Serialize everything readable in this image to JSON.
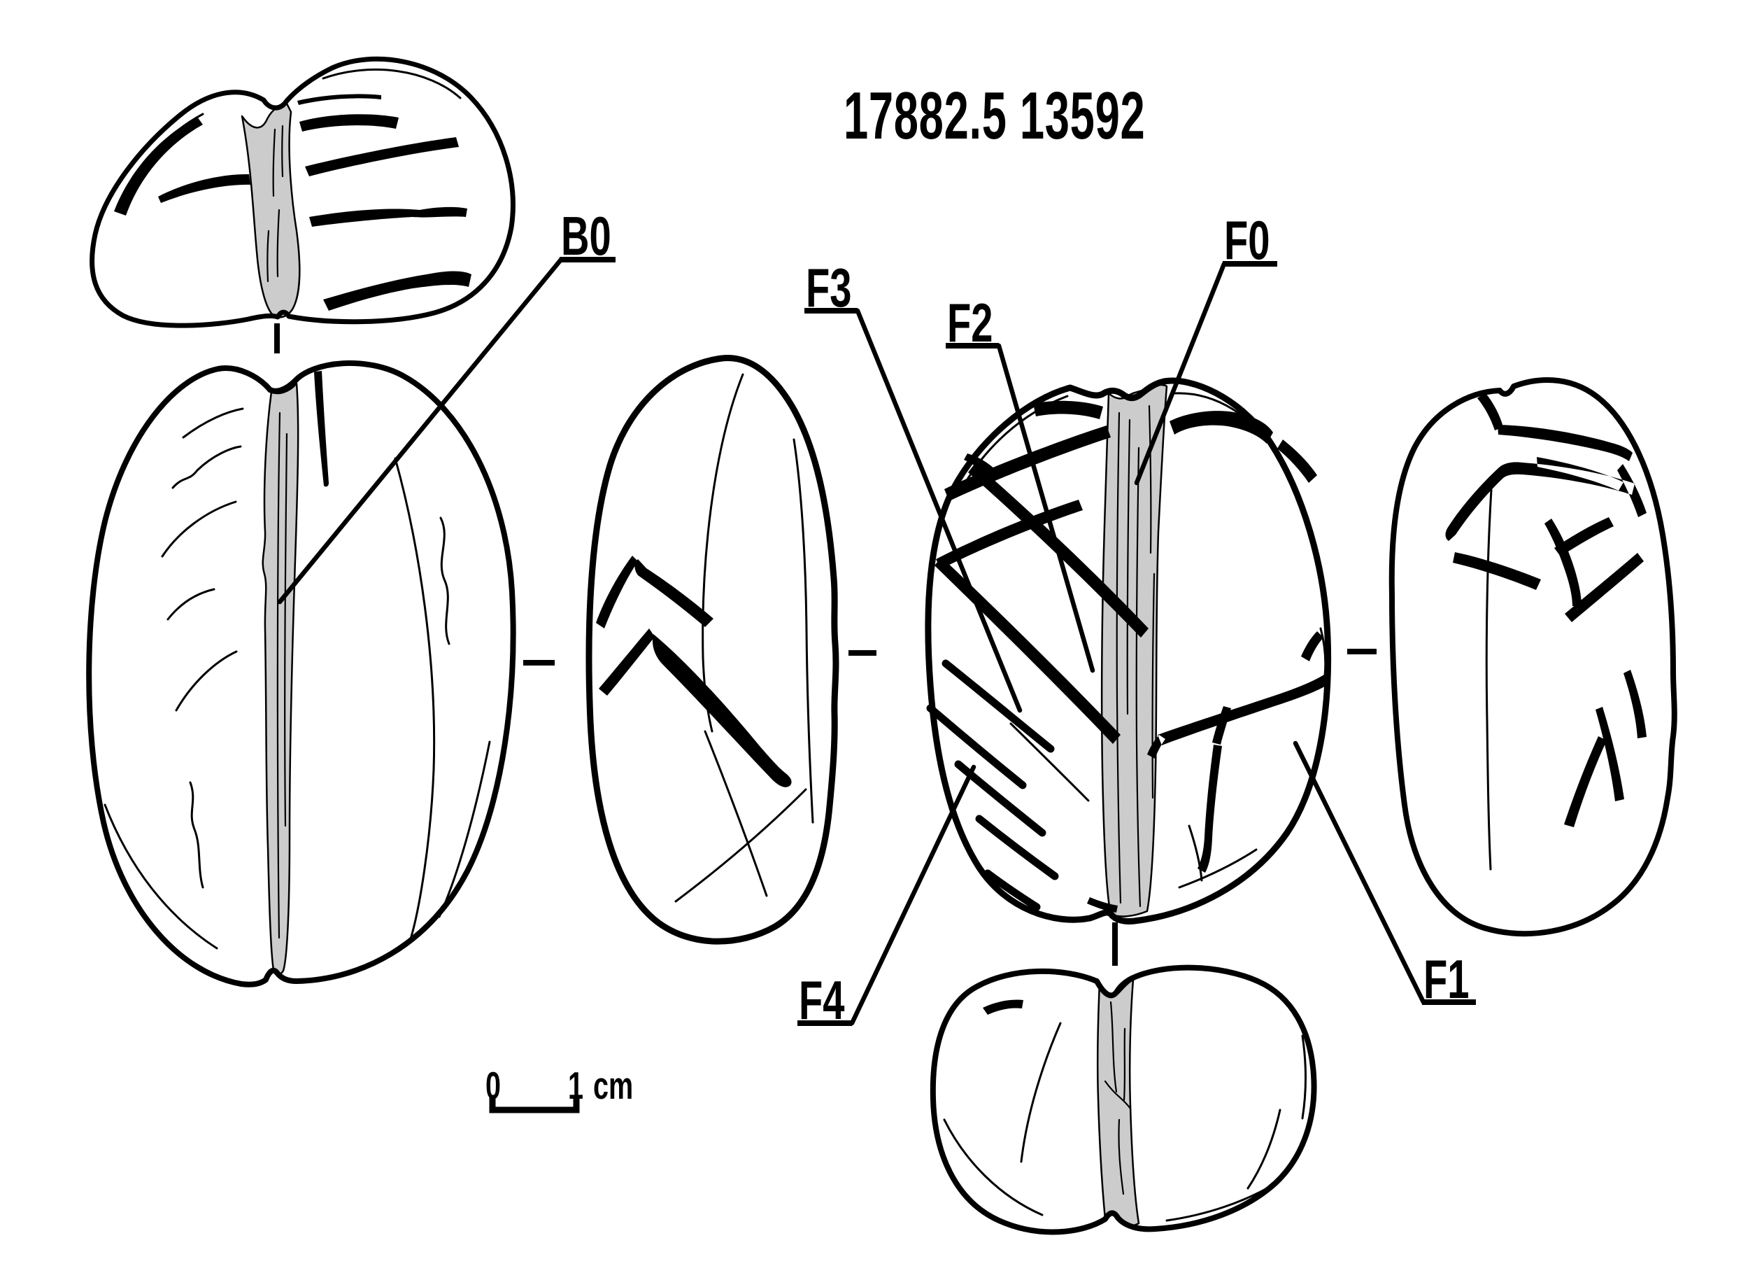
{
  "figure": {
    "title": "17882.5 13592",
    "background": "#ffffff",
    "ink": "#000000",
    "band_fill": "#cccccc",
    "labels": {
      "b0": "B0",
      "f0": "F0",
      "f1": "F1",
      "f2": "F2",
      "f3": "F3",
      "f4": "F4"
    },
    "scale_bar": {
      "zero": "0",
      "one": "1",
      "unit": "cm"
    }
  }
}
